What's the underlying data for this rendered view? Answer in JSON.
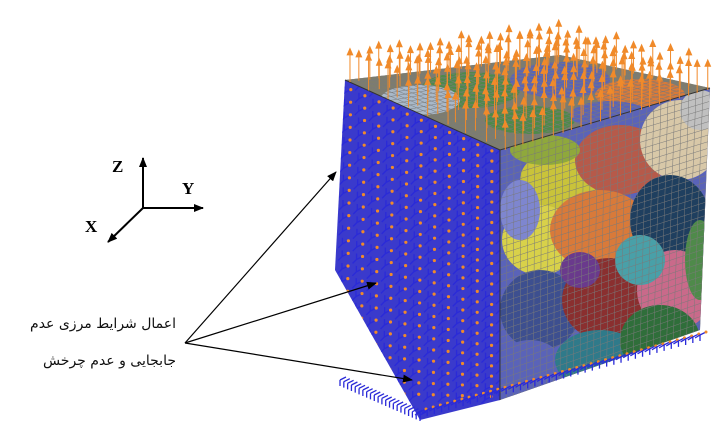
{
  "axes": {
    "z": "Z",
    "y": "Y",
    "x": "X"
  },
  "caption": {
    "line1": "اعمال شرایط مرزی عدم",
    "line2": "جابجایی و عدم چرخش"
  },
  "colors": {
    "load_arrow": "#f08a2a",
    "constraint_marker": "#2a2ad8",
    "mesh_line": "#7a7a7a",
    "grains": [
      "#2f6e3a",
      "#4f8a4a",
      "#8fa83c",
      "#c9c33a",
      "#d8d14a",
      "#3d4f8f",
      "#5a63b8",
      "#7e86cf",
      "#6a3a8c",
      "#9a4fa8",
      "#b65a4a",
      "#d87a3a",
      "#8a2f2f",
      "#2f7a8a",
      "#49a0a8",
      "#c0c0c0",
      "#a8b8c8",
      "#d8c8a8",
      "#1f3f5f",
      "#c96a8a"
    ]
  },
  "icons": [
    "load-arrow-icon",
    "constraint-triad-icon",
    "axis-triad-icon",
    "leader-arrow-icon"
  ]
}
